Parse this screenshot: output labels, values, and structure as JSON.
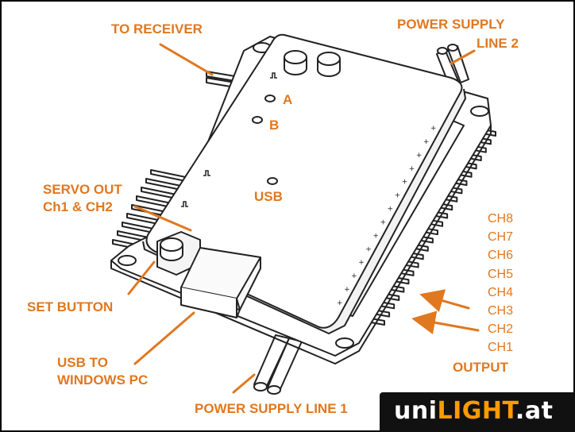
{
  "labels": {
    "to_receiver": "TO RECEIVER",
    "power_line2_a": "POWER SUPPLY",
    "power_line2_b": "LINE 2",
    "servo_out_a": "SERVO OUT",
    "servo_out_b": "Ch1 & CH2",
    "set_button": "SET BUTTON",
    "usb_pc_a": "USB TO",
    "usb_pc_b": "WINDOWS PC",
    "power_line1": "POWER SUPPLY LINE 1",
    "output": "OUTPUT"
  },
  "board_marks": {
    "a": "A",
    "b": "B",
    "usb": "USB"
  },
  "channels": [
    "CH8",
    "CH7",
    "CH6",
    "CH5",
    "CH4",
    "CH3",
    "CH2",
    "CH1"
  ],
  "logo": {
    "part1": "uni",
    "part2": "LIGHT",
    "part3": ".at"
  },
  "colors": {
    "accent": "#e07820",
    "logo_orange": "#ff9a00",
    "line": "#222222"
  }
}
